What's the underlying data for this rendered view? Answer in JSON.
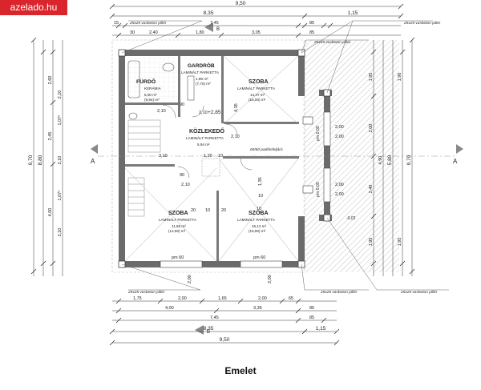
{
  "watermark": "azelado.hu",
  "caption": "Emelet",
  "colors": {
    "wall": "#6b6b6b",
    "line": "#333333",
    "accent": "#d9262c",
    "hatch": "#bbbbbb"
  },
  "rooms": [
    {
      "name": "FÜRDŐ",
      "finish": "KERÁMIA",
      "area": "5,00 m²",
      "perimeter": "(9,64) m²"
    },
    {
      "name": "GARDRÓB",
      "finish": "LAMINÁLT PARKETTA",
      "area": "1,89 m²",
      "perimeter": "(7,70) m²"
    },
    {
      "name": "SZOBA",
      "finish": "LAMINÁLT PARKETTA",
      "area": "14,37 m²",
      "perimeter": "(16,00) m²"
    },
    {
      "name": "KÖZLEKEDŐ",
      "finish": "LAMINÁLT PARKETTA",
      "area": "5,94 m²",
      "perimeter": ""
    },
    {
      "name": "SZOBA",
      "finish": "LAMINÁLT PARKETTA",
      "area": "11,86 m²",
      "perimeter": "(14,90) m²"
    },
    {
      "name": "SZOBA",
      "finish": "LAMINÁLT PARKETTA",
      "area": "15,12 m²",
      "perimeter": "(16,90) m²"
    }
  ],
  "labels": {
    "pillar": "25x25 vasbeton pillér",
    "attic": "60/60 padlásfeljáró",
    "level": "+2,85",
    "level_ext": "-0,02",
    "pm": "pm 0,00",
    "pm60": "pm 60",
    "section": "A",
    "section_b": "B"
  },
  "dims": {
    "top1": "9,50",
    "top2": [
      "8,35",
      "1,15"
    ],
    "top3": [
      "15",
      "30",
      "7,45",
      "30",
      "85",
      "30",
      "15"
    ],
    "top4": [
      "15",
      "30",
      "2,40",
      "10",
      "1,80",
      "10",
      "3,05",
      "30",
      "85",
      "30",
      "15"
    ],
    "bot1": [
      "15",
      "1,75",
      "2,00",
      "1,65",
      "2,00",
      "65",
      "15",
      "15"
    ],
    "bot2": [
      "15",
      "30",
      "4,00",
      "10",
      "3,35",
      "30",
      "85",
      "30",
      "15"
    ],
    "bot3": [
      "15",
      "30",
      "7,45",
      "30",
      "85",
      "30",
      "15"
    ],
    "bot4": [
      "8,35",
      "1,15"
    ],
    "bot5": "9,50",
    "left1": "9,70",
    "left2": [
      "8,80",
      "15"
    ],
    "left3": [
      "2,60",
      "2,45",
      "4,00",
      "2,10"
    ],
    "left4": [
      "1,50",
      "90",
      "2,10",
      "1,07⁵",
      "2,10",
      "1,07⁵",
      "2,10",
      "90",
      "2,10"
    ],
    "right1": "9,70",
    "right2": "5,80",
    "right3": [
      "1,95",
      "2,00",
      "2,40",
      "1,95",
      "4,90"
    ],
    "right4": [
      "1,96",
      "1,95",
      "1,95"
    ],
    "inner": [
      "2,10",
      "90",
      "2,10",
      "3,10",
      "1,20",
      "10",
      "90",
      "2,10",
      "2,10",
      "2,00",
      "2,00",
      "2,00",
      "2,00",
      "4,35",
      "1,35",
      "2,00",
      "2,00",
      "20",
      "10",
      "20",
      "10",
      "10"
    ]
  }
}
